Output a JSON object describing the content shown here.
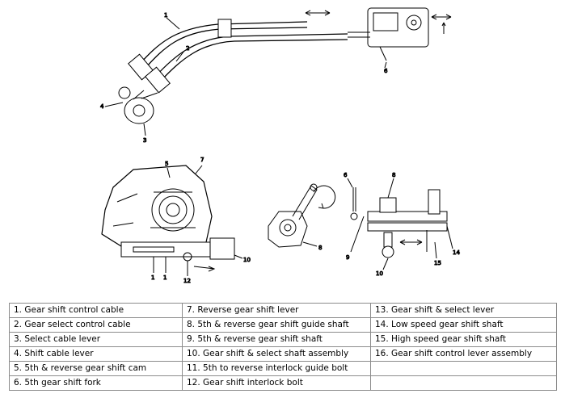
{
  "callouts": {
    "top": [
      "1",
      "2",
      "3",
      "4",
      "6"
    ],
    "left": [
      "5",
      "7",
      "1",
      "1",
      "12",
      "10"
    ],
    "middle": [
      "8"
    ],
    "right": [
      "6",
      "8",
      "9",
      "10",
      "15",
      "14"
    ]
  },
  "legend": {
    "rows": [
      [
        "1. Gear shift control cable",
        "7. Reverse gear shift lever",
        "13. Gear shift & select lever"
      ],
      [
        "2. Gear select control cable",
        "8. 5th & reverse gear shift guide shaft",
        "14. Low speed gear shift shaft"
      ],
      [
        "3. Select cable lever",
        "9. 5th & reverse gear shift shaft",
        "15. High speed gear shift shaft"
      ],
      [
        "4. Shift cable lever",
        "10. Gear shift & select shaft assembly",
        "16. Gear shift control lever assembly"
      ],
      [
        "5. 5th & reverse gear shift cam",
        "11. 5th to reverse interlock guide bolt",
        ""
      ],
      [
        "6. 5th gear shift fork",
        "12. Gear shift interlock bolt",
        ""
      ]
    ]
  }
}
